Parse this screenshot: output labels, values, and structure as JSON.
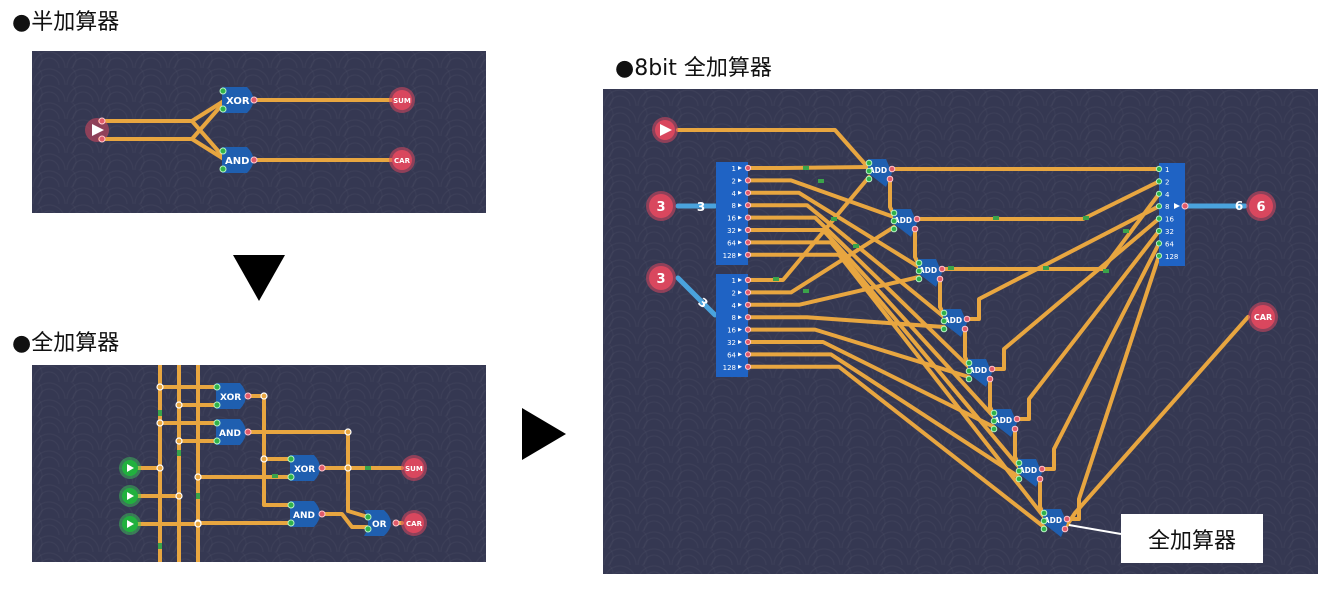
{
  "sections": {
    "half_adder": {
      "title": "●半加算器"
    },
    "full_adder": {
      "title": "●全加算器"
    },
    "bit8_adder": {
      "title": "●8bit 全加算器"
    }
  },
  "gates": {
    "xor": "XOR",
    "and": "AND",
    "or": "OR",
    "add": "ADD"
  },
  "outputs": {
    "sum": "SUM",
    "carry": "CAR"
  },
  "bit8": {
    "input_a_value": "3",
    "input_a_display": "3",
    "input_b_value": "3",
    "input_b_display": "3",
    "output_display": "6",
    "output_value": "6",
    "bit_labels": [
      "1",
      "2",
      "4",
      "8",
      "16",
      "32",
      "64",
      "128"
    ],
    "callout": "全加算器"
  },
  "colors": {
    "background": "#353852",
    "wire": "#e8a640",
    "gate": "#1f5fb0",
    "output_node": "#d9475e",
    "input_node_green": "#21b13e"
  },
  "icons": {
    "down_arrow": "triangle-down-icon",
    "right_arrow": "triangle-right-icon",
    "input_toggle": "play-icon"
  }
}
